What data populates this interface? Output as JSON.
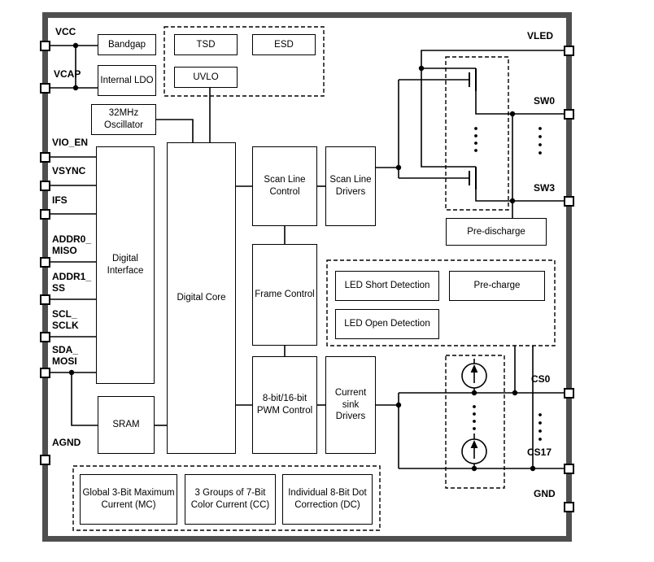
{
  "diagram": {
    "colors": {
      "chip_border": "#4f4f4f",
      "wire": "#000000",
      "background": "#ffffff"
    },
    "blocks": {
      "bandgap": "Bandgap",
      "internal_ldo": "Internal LDO",
      "tsd": "TSD",
      "esd": "ESD",
      "uvlo": "UVLO",
      "oscillator": "32MHz Oscillator",
      "digital_interface": "Digital Interface",
      "digital_core": "Digital Core",
      "scan_line_control": "Scan Line Control",
      "scan_line_drivers": "Scan Line Drivers",
      "frame_control": "Frame Control",
      "pwm_control": "8-bit/16-bit PWM Control",
      "current_sink_drivers": "Current sink Drivers",
      "sram": "SRAM",
      "pre_discharge": "Pre-discharge",
      "led_short_detection": "LED Short Detection",
      "pre_charge": "Pre-charge",
      "led_open_detection": "LED Open Detection",
      "global_mc": "Global 3-Bit Maximum Current (MC)",
      "color_cc": "3 Groups of 7-Bit Color Current (CC)",
      "dot_dc": "Individual 8-Bit Dot Correction (DC)"
    },
    "pins": {
      "left": [
        "VCC",
        "VCAP",
        "VIO_EN",
        "VSYNC",
        "IFS",
        "ADDR0_\nMISO",
        "ADDR1_\nSS",
        "SCL_\nSCLK",
        "SDA_\nMOSI",
        "AGND"
      ],
      "right": [
        "VLED",
        "SW0",
        "SW3",
        "CS0",
        "CS17",
        "GND"
      ]
    }
  }
}
